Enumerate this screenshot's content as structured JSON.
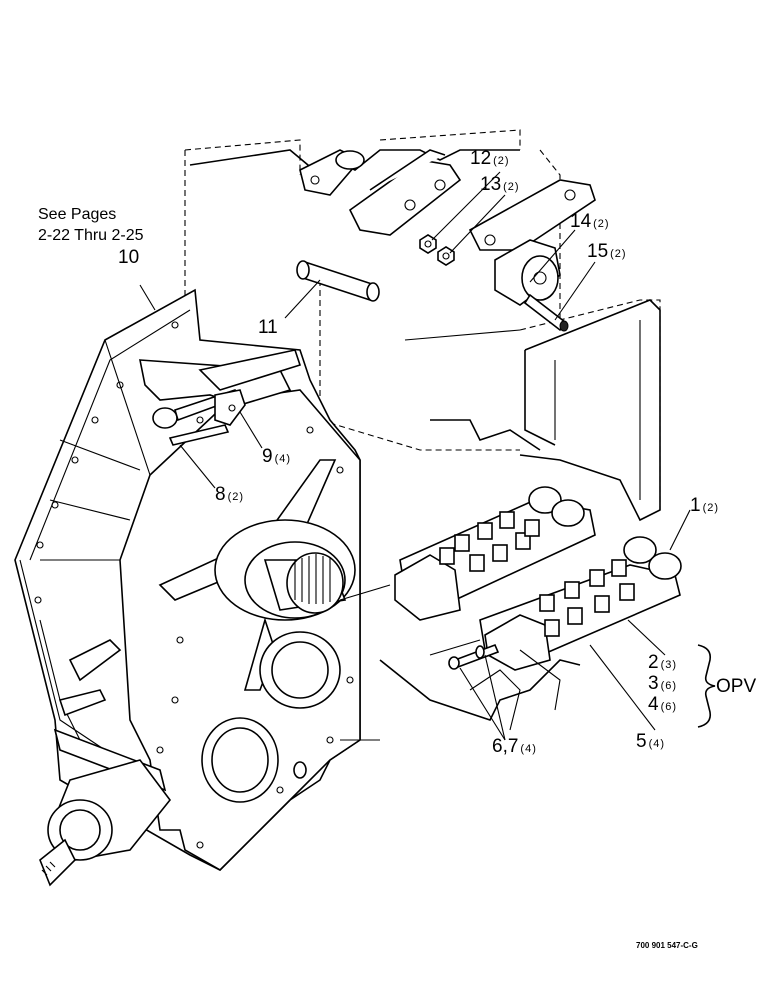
{
  "reference_note": {
    "line1": "See Pages",
    "line2": "2-22 Thru 2-25"
  },
  "callouts": [
    {
      "num": "10",
      "qty": ""
    },
    {
      "num": "11",
      "qty": ""
    },
    {
      "num": "12",
      "qty": "(2)"
    },
    {
      "num": "13",
      "qty": "(2)"
    },
    {
      "num": "14",
      "qty": "(2)"
    },
    {
      "num": "15",
      "qty": "(2)"
    },
    {
      "num": "9",
      "qty": "(4)"
    },
    {
      "num": "8",
      "qty": "(2)"
    },
    {
      "num": "1",
      "qty": "(2)"
    },
    {
      "num": "2",
      "qty": "(3)"
    },
    {
      "num": "3",
      "qty": "(6)"
    },
    {
      "num": "4",
      "qty": "(6)"
    },
    {
      "num": "5",
      "qty": "(4)"
    },
    {
      "num": "6,7",
      "qty": "(4)"
    }
  ],
  "group_label": "OPV",
  "document_number": "700 901 547-C-G"
}
